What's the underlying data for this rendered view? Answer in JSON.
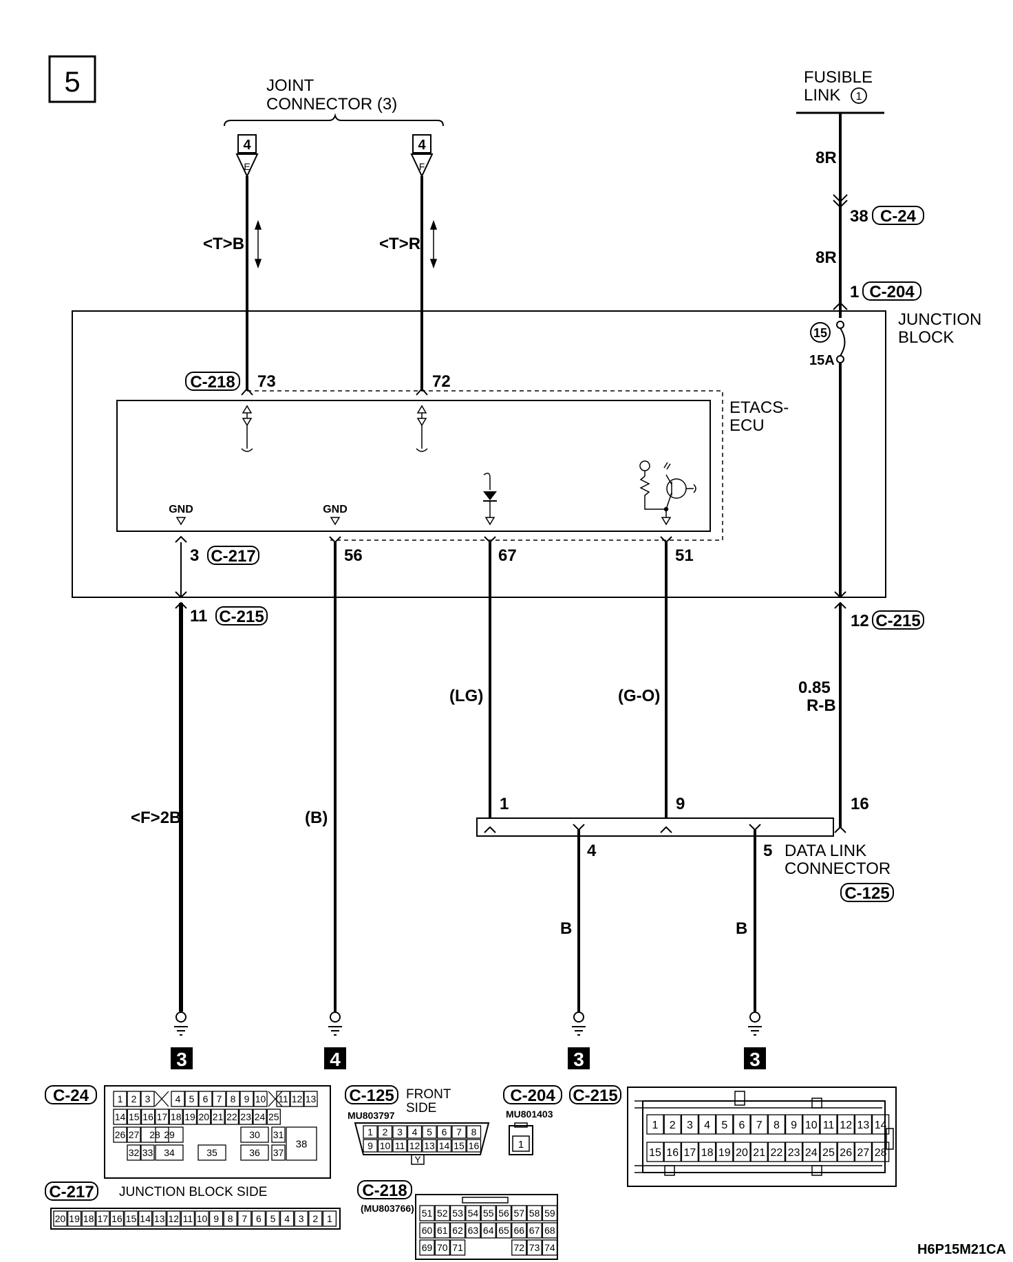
{
  "page_number": "5",
  "diagram_code": "H6P15M21CA",
  "joint_connector": {
    "label_line1": "JOINT",
    "label_line2": "CONNECTOR (3)",
    "ref": "4",
    "pin_left": "E",
    "pin_right": "F"
  },
  "fusible_link": {
    "line1": "FUSIBLE",
    "line2": "LINK",
    "number": "1"
  },
  "junction_block": {
    "line1": "JUNCTION",
    "line2": "BLOCK",
    "fuse_no": "15",
    "fuse_rating": "15A"
  },
  "etacs": {
    "line1": "ETACS-",
    "line2": "ECU",
    "gnd1": "GND",
    "gnd2": "GND"
  },
  "wires": {
    "tb": "<T>B",
    "tr": "<T>R",
    "r8_top": "8R",
    "r8_mid": "8R",
    "f2b": "<F>2B",
    "b_paren": "(B)",
    "lg": "(LG)",
    "go": "(G-O)",
    "rb_size": "0.85",
    "rb_color": "R-B",
    "b4": "B",
    "b5": "B"
  },
  "pins": {
    "p38": "38",
    "p1_c204": "1",
    "p73": "73",
    "p72": "72",
    "p3": "3",
    "p56": "56",
    "p67": "67",
    "p51": "51",
    "p11": "11",
    "p12": "12",
    "d1": "1",
    "d9": "9",
    "d16": "16",
    "d4": "4",
    "d5": "5"
  },
  "connectors": {
    "c24": "C-24",
    "c204": "C-204",
    "c218": "C-218",
    "c217": "C-217",
    "c215": "C-215",
    "c125": "C-125"
  },
  "data_link": {
    "line1": "DATA LINK",
    "line2": "CONNECTOR"
  },
  "grounds": [
    "3",
    "4",
    "3",
    "3"
  ],
  "legend": {
    "c125_front1": "FRONT",
    "c125_front2": "SIDE",
    "c125_part": "MU803797",
    "c125_key": "Y",
    "c204_part": "MU801403",
    "c204_pin": "1",
    "c217_side": "JUNCTION BLOCK SIDE",
    "c218_part": "(MU803766)",
    "c24_row1": [
      "1",
      "2",
      "3",
      "4",
      "5",
      "6",
      "7",
      "8",
      "9",
      "10",
      "11",
      "12",
      "13"
    ],
    "c24_row2": [
      "14",
      "15",
      "16",
      "17",
      "18",
      "19",
      "20",
      "21",
      "22",
      "23",
      "24",
      "25"
    ],
    "c24_row3": [
      "26",
      "27",
      "28",
      "29",
      "30",
      "31"
    ],
    "c24_row4": [
      "32",
      "33",
      "34",
      "35",
      "36",
      "37"
    ],
    "c24_big": "38",
    "c125_row1": [
      "1",
      "2",
      "3",
      "4",
      "5",
      "6",
      "7",
      "8"
    ],
    "c125_row2": [
      "9",
      "10",
      "11",
      "12",
      "13",
      "14",
      "15",
      "16"
    ],
    "c215_row1": [
      "1",
      "2",
      "3",
      "4",
      "5",
      "6",
      "7",
      "8",
      "9",
      "10",
      "11",
      "12",
      "13",
      "14"
    ],
    "c215_row2": [
      "15",
      "16",
      "17",
      "18",
      "19",
      "20",
      "21",
      "22",
      "23",
      "24",
      "25",
      "26",
      "27",
      "28"
    ],
    "c217_row": [
      "20",
      "19",
      "18",
      "17",
      "16",
      "15",
      "14",
      "13",
      "12",
      "11",
      "10",
      "9",
      "8",
      "7",
      "6",
      "5",
      "4",
      "3",
      "2",
      "1"
    ],
    "c218_row1": [
      "51",
      "52",
      "53",
      "54",
      "55",
      "56",
      "57",
      "58",
      "59"
    ],
    "c218_row2": [
      "60",
      "61",
      "62",
      "63",
      "64",
      "65",
      "66",
      "67",
      "68"
    ],
    "c218_row3": [
      "69",
      "70",
      "71",
      "72",
      "73",
      "74"
    ]
  }
}
